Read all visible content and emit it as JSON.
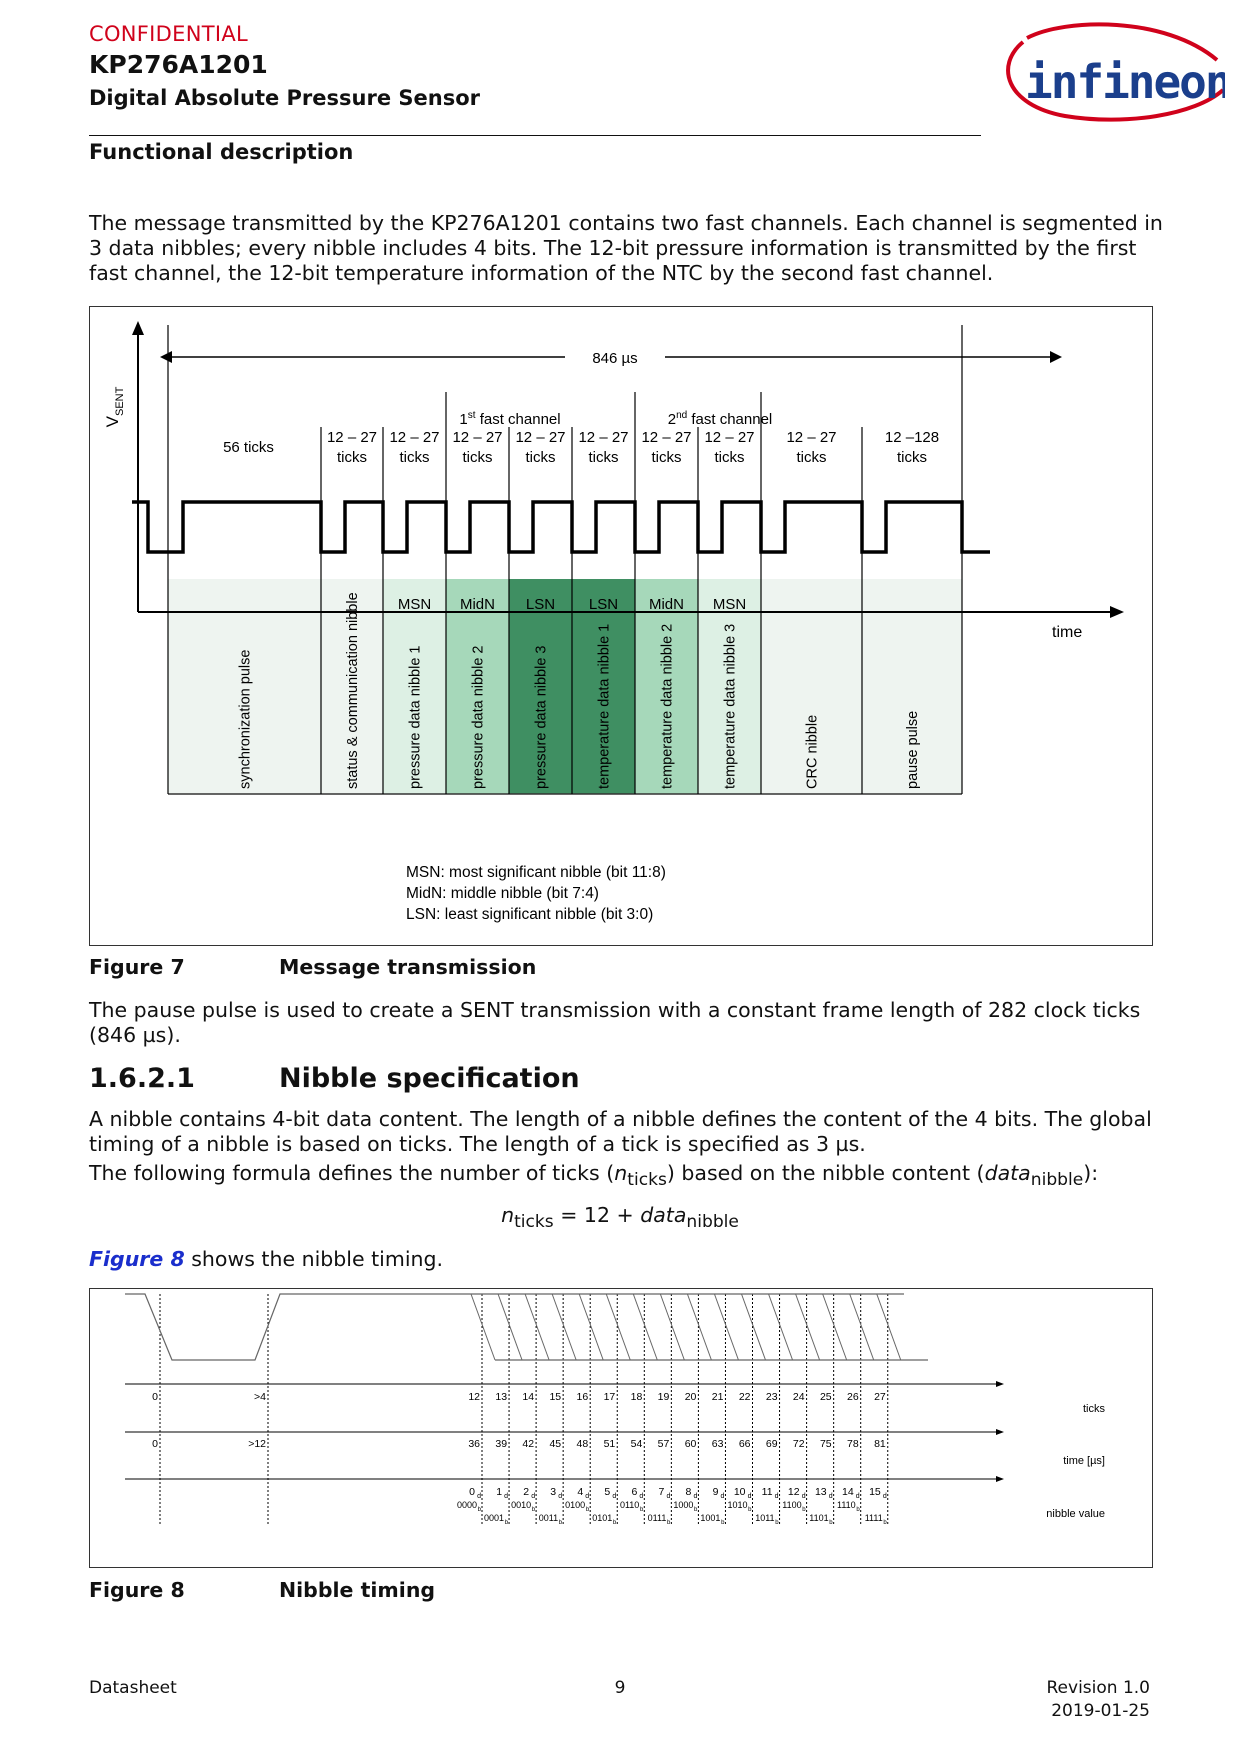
{
  "header": {
    "confidential": "CONFIDENTIAL",
    "part_number": "KP276A1201",
    "doc_title": "Digital Absolute Pressure Sensor",
    "section": "Functional description",
    "logo_text": "infineon"
  },
  "intro_paragraph": "The message transmitted by the KP276A1201 contains two fast channels. Each channel is segmented in 3 data nibbles; every nibble includes 4 bits. The 12-bit pressure information is transmitted by the first fast channel, the 12-bit temperature information of the NTC by the second fast channel.",
  "figure7": {
    "y_axis_label": "V",
    "y_axis_sub": "SENT",
    "frame_label": "846 µs",
    "channel1": {
      "prefix": "1",
      "sup": "st",
      "rest": " fast channel"
    },
    "channel2": {
      "prefix": "2",
      "sup": "nd",
      "rest": " fast channel"
    },
    "time_label": "time",
    "segments": [
      {
        "ticks1": "56 ticks",
        "ticks2": "",
        "abbr": "",
        "desc": "synchronization pulse",
        "color": "#eef4f0"
      },
      {
        "ticks1": "12 – 27",
        "ticks2": "ticks",
        "abbr": "",
        "desc": "status & communication nibble",
        "color": "#eef4f0"
      },
      {
        "ticks1": "12 – 27",
        "ticks2": "ticks",
        "abbr": "MSN",
        "desc": "pressure data nibble 1",
        "color": "#ddf0e4"
      },
      {
        "ticks1": "12 – 27",
        "ticks2": "ticks",
        "abbr": "MidN",
        "desc": "pressure data nibble 2",
        "color": "#a6d8ba"
      },
      {
        "ticks1": "12 – 27",
        "ticks2": "ticks",
        "abbr": "LSN",
        "desc": "pressure data nibble 3",
        "color": "#3f8f62"
      },
      {
        "ticks1": "12 – 27",
        "ticks2": "ticks",
        "abbr": "LSN",
        "desc": "temperature data nibble 1",
        "color": "#3f8f62"
      },
      {
        "ticks1": "12 – 27",
        "ticks2": "ticks",
        "abbr": "MidN",
        "desc": "temperature data nibble 2",
        "color": "#a6d8ba"
      },
      {
        "ticks1": "12 – 27",
        "ticks2": "ticks",
        "abbr": "MSN",
        "desc": "temperature data nibble 3",
        "color": "#ddf0e4"
      },
      {
        "ticks1": "12 – 27",
        "ticks2": "ticks",
        "abbr": "",
        "desc": "CRC nibble",
        "color": "#eef4f0"
      },
      {
        "ticks1": "12 –128",
        "ticks2": "ticks",
        "abbr": "",
        "desc": "pause pulse",
        "color": "#eef4f0"
      }
    ],
    "legend": [
      "MSN: most significant nibble  (bit 11:8)",
      "MidN: middle nibble  (bit 7:4)",
      "LSN: least significant nibble  (bit 3:0)"
    ]
  },
  "figure7_caption": {
    "num": "Figure 7",
    "title": "Message transmission"
  },
  "pause_paragraph": "The pause pulse is used to create a SENT transmission with a constant frame length of 282 clock ticks (846 µs).",
  "section_heading": {
    "num": "1.6.2.1",
    "title": "Nibble specification"
  },
  "nibble_para_1": "A nibble contains 4-bit data content. The length of a nibble defines the content of the 4 bits. The global timing of a nibble is based on ticks. The length of a tick is specified as 3 µs.",
  "nibble_para_2": {
    "a": "The following formula defines the number of ticks (",
    "n": "n",
    "n_sub": "ticks",
    "b": ") based on the nibble content (",
    "data": "data",
    "data_sub": "nibble",
    "c": "):"
  },
  "formula": {
    "lhs": "n",
    "lhs_sub": "ticks",
    "eq": " = 12 + ",
    "rhs": "data",
    "rhs_sub": "nibble"
  },
  "fig8_ref": {
    "link": "Figure 8",
    "text": " shows the nibble timing."
  },
  "figure8": {
    "row_labels": {
      "ticks": "ticks",
      "time": "time [µs]",
      "value": "nibble value"
    },
    "start": {
      "tick": "0",
      "time": "0"
    },
    "min": {
      "tick": ">4",
      "time": ">12"
    },
    "ticks": [
      "12",
      "13",
      "14",
      "15",
      "16",
      "17",
      "18",
      "19",
      "20",
      "21",
      "22",
      "23",
      "24",
      "25",
      "26",
      "27"
    ],
    "times": [
      "36",
      "39",
      "42",
      "45",
      "48",
      "51",
      "54",
      "57",
      "60",
      "63",
      "66",
      "69",
      "72",
      "75",
      "78",
      "81"
    ],
    "values": [
      "0",
      "1",
      "2",
      "3",
      "4",
      "5",
      "6",
      "7",
      "8",
      "9",
      "10",
      "11",
      "12",
      "13",
      "14",
      "15"
    ],
    "binaries": [
      "0000",
      "0001",
      "0010",
      "0011",
      "0100",
      "0101",
      "0110",
      "0111",
      "1000",
      "1001",
      "1010",
      "1011",
      "1100",
      "1101",
      "1110",
      "1111"
    ],
    "dec_sub": "d",
    "bin_sub": "b"
  },
  "figure8_caption": {
    "num": "Figure 8",
    "title": "Nibble timing"
  },
  "footer": {
    "left": "Datasheet",
    "page": "9",
    "revision": "Revision 1.0",
    "date": "2019-01-25"
  }
}
